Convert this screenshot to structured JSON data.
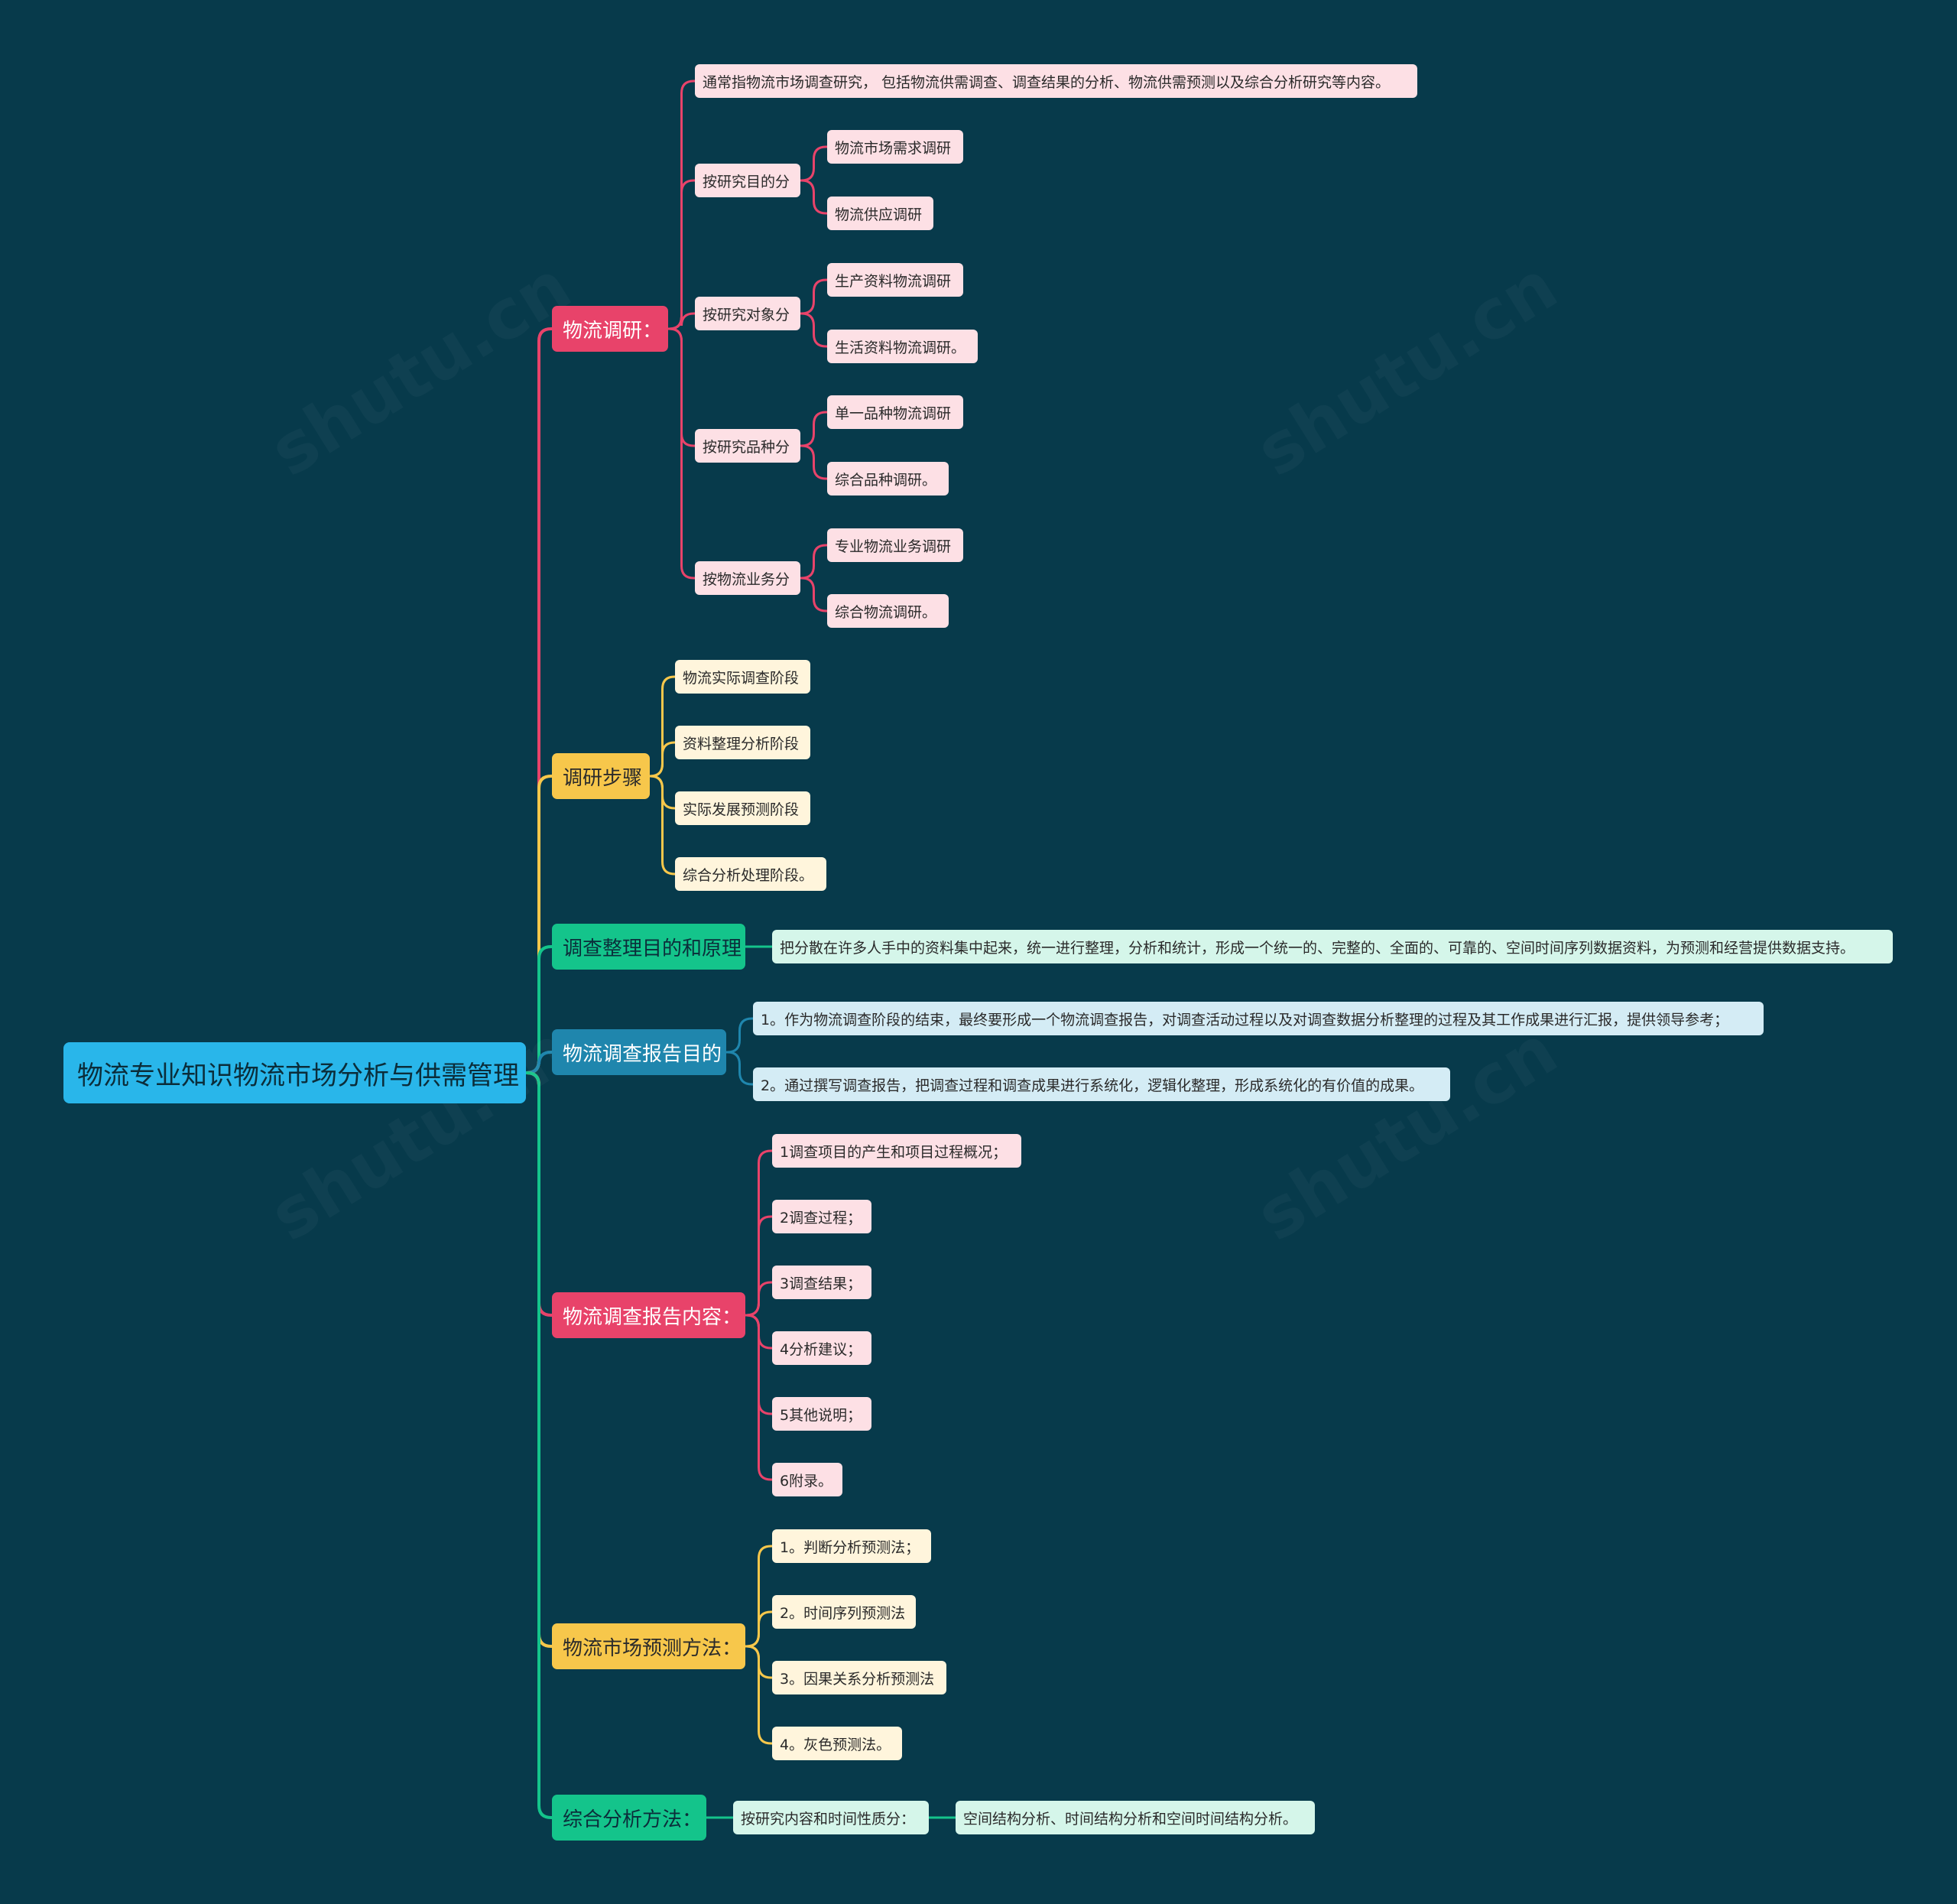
{
  "colors": {
    "background": "#073a4b",
    "root": "#29b6ea",
    "pink": "#e8436a",
    "yellow": "#f7c74b",
    "green": "#14c48b",
    "blue": "#1f86ad"
  },
  "watermark": "shutu.cn",
  "root": {
    "label": "物流专业知识物流市场分析与供需管理"
  },
  "branches": [
    {
      "label": "物流调研：",
      "color": "pink",
      "children": [
        {
          "label": "通常指物流市场调查研究， 包括物流供需调查、调查结果的分析、物流供需预测以及综合分析研究等内容。"
        },
        {
          "label": "按研究目的分",
          "children": [
            {
              "label": "物流市场需求调研"
            },
            {
              "label": "物流供应调研"
            }
          ]
        },
        {
          "label": "按研究对象分",
          "children": [
            {
              "label": "生产资料物流调研"
            },
            {
              "label": "生活资料物流调研。"
            }
          ]
        },
        {
          "label": "按研究品种分",
          "children": [
            {
              "label": "单一品种物流调研"
            },
            {
              "label": "综合品种调研。"
            }
          ]
        },
        {
          "label": "按物流业务分",
          "children": [
            {
              "label": "专业物流业务调研"
            },
            {
              "label": "综合物流调研。"
            }
          ]
        }
      ]
    },
    {
      "label": "调研步骤",
      "color": "yellow",
      "children": [
        {
          "label": "物流实际调查阶段"
        },
        {
          "label": "资料整理分析阶段"
        },
        {
          "label": "实际发展预测阶段"
        },
        {
          "label": "综合分析处理阶段。"
        }
      ]
    },
    {
      "label": "调查整理目的和原理",
      "color": "green",
      "children": [
        {
          "label": "把分散在许多人手中的资料集中起来，统一进行整理，分析和统计，形成一个统一的、完整的、全面的、可靠的、空间时间序列数据资料，为预测和经营提供数据支持。"
        }
      ]
    },
    {
      "label": "物流调查报告目的",
      "color": "blue",
      "children": [
        {
          "label": "1。作为物流调查阶段的结束，最终要形成一个物流调查报告，对调查活动过程以及对调查数据分析整理的过程及其工作成果进行汇报，提供领导参考；"
        },
        {
          "label": "2。通过撰写调查报告，把调查过程和调查成果进行系统化，逻辑化整理，形成系统化的有价值的成果。"
        }
      ]
    },
    {
      "label": "物流调查报告内容：",
      "color": "pink",
      "children": [
        {
          "label": "1调查项目的产生和项目过程概况；"
        },
        {
          "label": "2调查过程；"
        },
        {
          "label": "3调查结果；"
        },
        {
          "label": "4分析建议；"
        },
        {
          "label": "5其他说明；"
        },
        {
          "label": "6附录。"
        }
      ]
    },
    {
      "label": "物流市场预测方法：",
      "color": "yellow",
      "children": [
        {
          "label": "1。判断分析预测法；"
        },
        {
          "label": "2。时间序列预测法"
        },
        {
          "label": "3。因果关系分析预测法"
        },
        {
          "label": "4。灰色预测法。"
        }
      ]
    },
    {
      "label": "综合分析方法：",
      "color": "green",
      "children": [
        {
          "label": "按研究内容和时间性质分：",
          "children": [
            {
              "label": "空间结构分析、时间结构分析和空间时间结构分析。"
            }
          ]
        }
      ]
    }
  ]
}
